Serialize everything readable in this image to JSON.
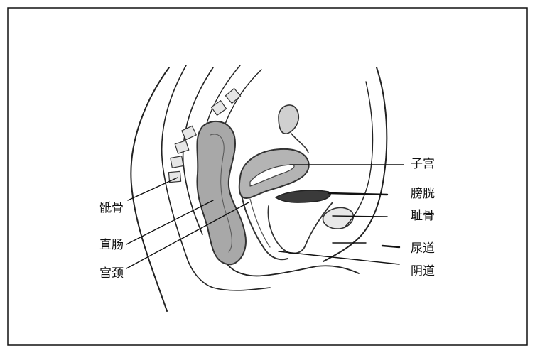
{
  "labels": {
    "uterus": "子宫",
    "bladder": "膀胱",
    "pubis": "耻骨",
    "urethra": "尿道",
    "vagina": "阴道",
    "sacrum": "骶骨",
    "rectum": "直肠",
    "cervix": "宫颈"
  }
}
